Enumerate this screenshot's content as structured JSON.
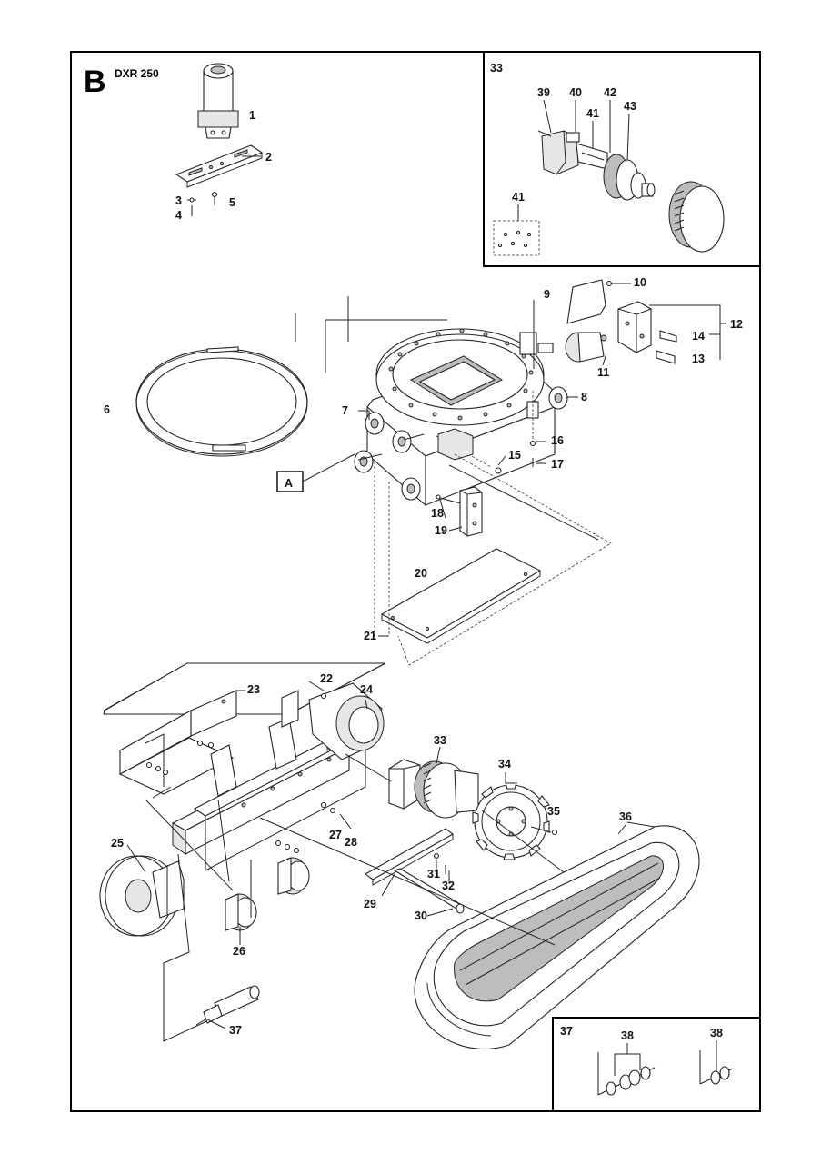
{
  "header": {
    "section_letter": "B",
    "model": "DXR 250"
  },
  "marker": {
    "label": "A"
  },
  "insets": {
    "top_right": {
      "title": "33",
      "callouts": [
        "39",
        "40",
        "41",
        "42",
        "43",
        "41"
      ]
    },
    "bottom_right": {
      "title": "37",
      "callouts": [
        "38",
        "38"
      ]
    }
  },
  "callouts": {
    "c1": "1",
    "c2": "2",
    "c3": "3",
    "c4": "4",
    "c5": "5",
    "c6": "6",
    "c7": "7",
    "c8": "8",
    "c9": "9",
    "c10": "10",
    "c11": "11",
    "c12": "12",
    "c13": "13",
    "c14": "14",
    "c15": "15",
    "c16": "16",
    "c17": "17",
    "c18": "18",
    "c19": "19",
    "c20": "20",
    "c21": "21",
    "c22": "22",
    "c23": "23",
    "c24": "24",
    "c25": "25",
    "c26": "26",
    "c27": "27",
    "c28": "28",
    "c29": "29",
    "c30": "30",
    "c31": "31",
    "c32": "32",
    "c33": "33",
    "c34": "34",
    "c35": "35",
    "c36": "36",
    "c37": "37"
  }
}
